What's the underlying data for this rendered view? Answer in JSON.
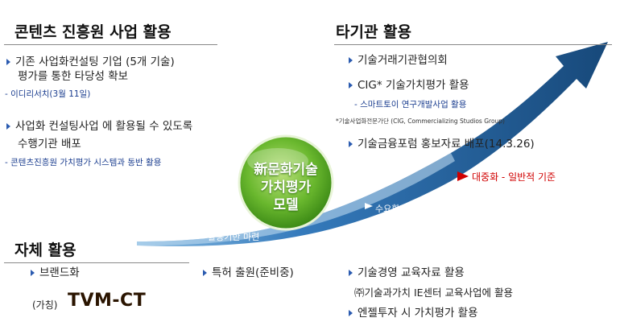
{
  "top_left": {
    "title": "콘텐츠 진흥원 사업 활용",
    "item1_line1": "기존 사업화컨설팅 기업 (5개 기술)",
    "item1_line2": "평가를 통한 타당성 확보",
    "item1_sub": "- 이디리서치(3월 11일)",
    "item2_line1": "사업화 컨설팅사업 에 활용될 수 있도록",
    "item2_line2": "수행기관 배포",
    "item2_sub": "- 콘텐츠진흥원 가치평가 시스템과 동반 활용"
  },
  "top_right": {
    "title": "타기관 활용",
    "item1": "기술거래기관협의회",
    "item2": "CIG* 기술가치평가 활용",
    "item2_sub": "- 스마트토이 연구개발사업 활용",
    "note": "*기술사업화전문가단 (CIG, Commercializing Studios Group)",
    "item3": "기술금융포럼 홍보자료 배포(14.3.26)"
  },
  "center": {
    "line1": "新문화기술",
    "line2": "가치평가",
    "line3": "모델"
  },
  "arrow": {
    "label_left": "활용기반 마련",
    "label_mid": "수요확대",
    "label_red": "대중화 - 일반적 기준"
  },
  "bottom_left": {
    "title": "자체 활용",
    "item1": "브랜드화",
    "brand_prefix": "(가칭)",
    "brand_name": "TVM-CT"
  },
  "bottom_mid": {
    "item1": "특허 출원(준비중)"
  },
  "bottom_right": {
    "item1": "기술경영 교육자료 활용",
    "item1_sub": "㈜기술과가치 IE센터 교육사업에 활용",
    "item2": "엔젤투자 시 가치평가 활용"
  },
  "colors": {
    "arrow_dark": "#0b3f73",
    "arrow_light": "#3a8fd0",
    "circle": "#6ab82e",
    "accent_red": "#d00000"
  }
}
